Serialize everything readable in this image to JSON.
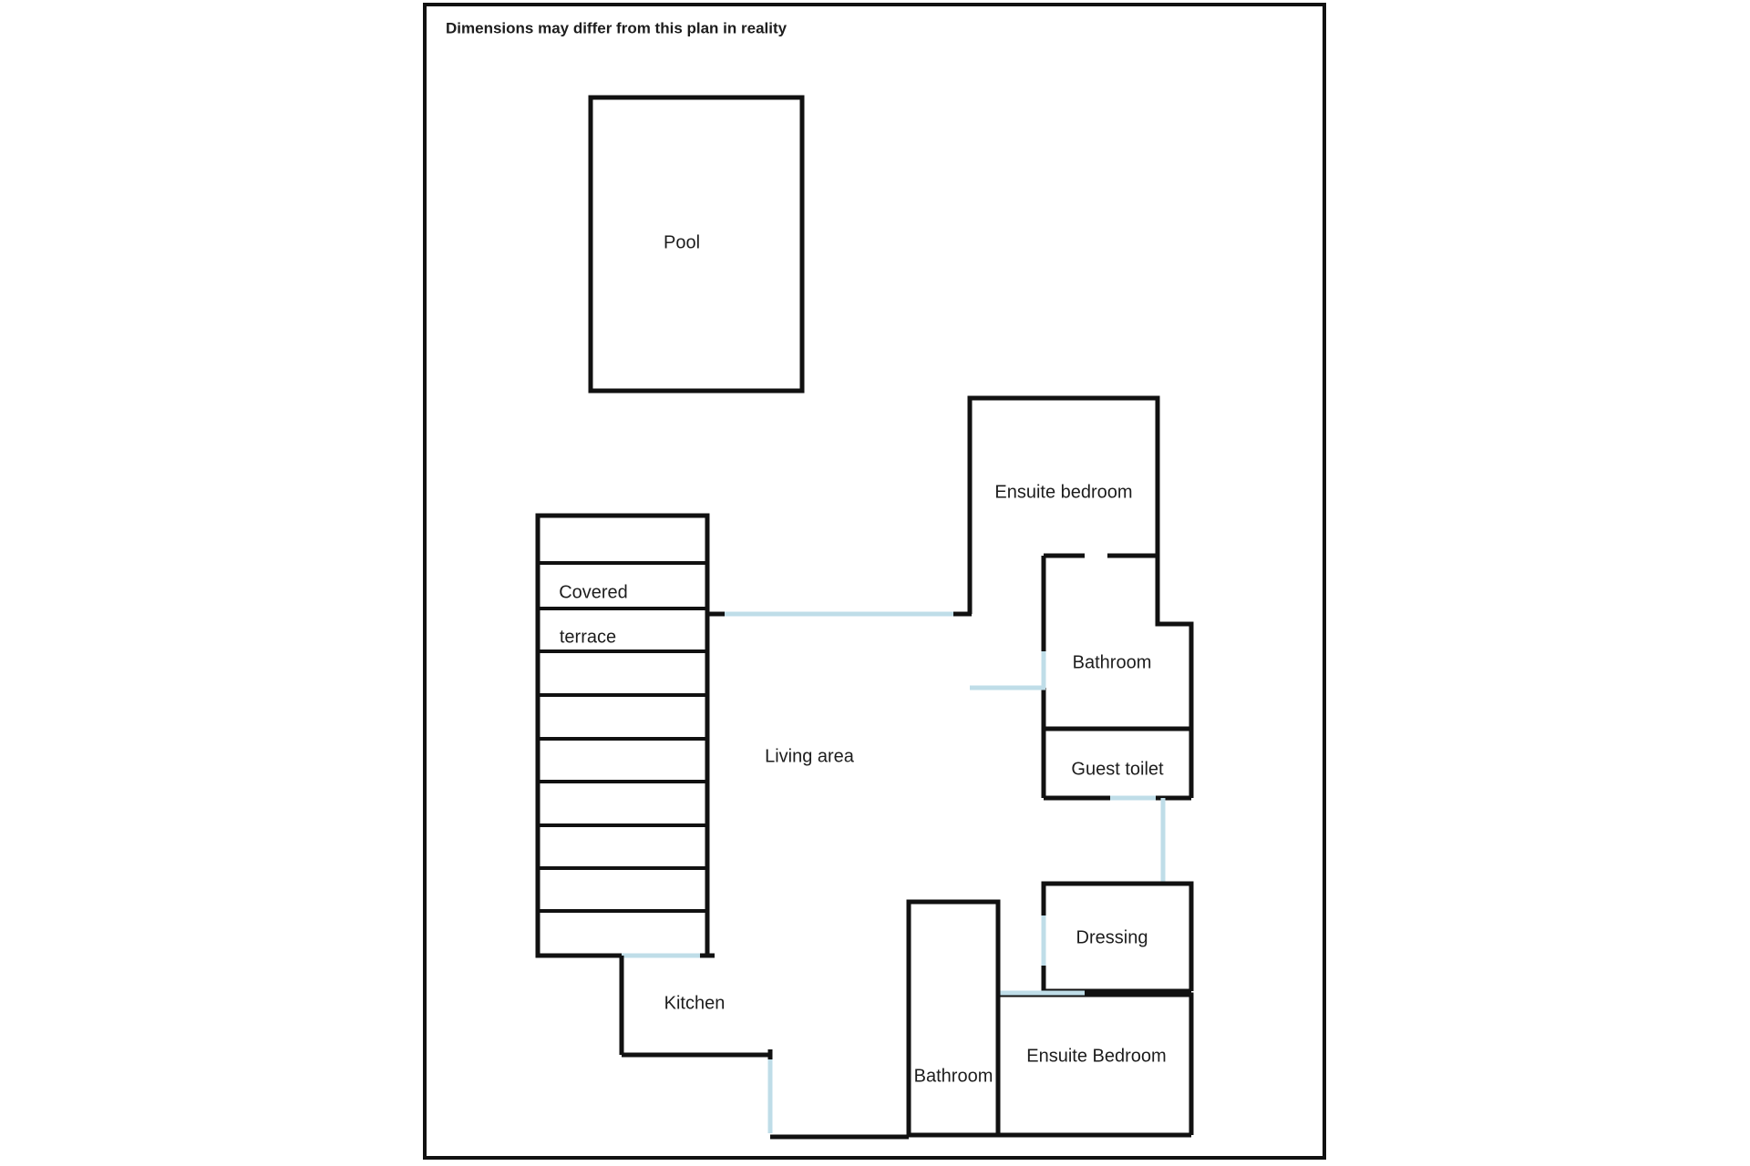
{
  "sheet": {
    "disclaimer": "Dimensions may differ from this plan in reality",
    "background_color": "#ffffff",
    "border_color": "#111111",
    "wall_color": "#111111",
    "glazing_color": "#bfdde8",
    "text_color": "#1d1d1d"
  },
  "rooms": {
    "pool": {
      "label": "Pool"
    },
    "covered_terrace": {
      "label_line1": "Covered",
      "label_line2": "terrace"
    },
    "living_area": {
      "label": "Living area"
    },
    "ensuite_bedroom_top": {
      "label": "Ensuite bedroom"
    },
    "bathroom_top": {
      "label": "Bathroom"
    },
    "guest_toilet": {
      "label": "Guest toilet"
    },
    "dressing": {
      "label": "Dressing"
    },
    "ensuite_bedroom_bottom": {
      "label": "Ensuite Bedroom"
    },
    "bathroom_bottom": {
      "label": "Bathroom"
    },
    "kitchen": {
      "label": "Kitchen"
    }
  }
}
